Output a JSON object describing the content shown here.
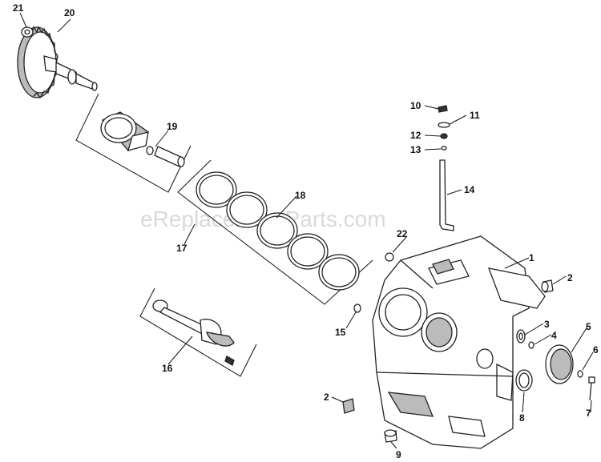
{
  "watermark": "eReplacementParts.com",
  "callouts": [
    {
      "id": "c1",
      "text": "1"
    },
    {
      "id": "c2a",
      "text": "2"
    },
    {
      "id": "c2b",
      "text": "2"
    },
    {
      "id": "c3",
      "text": "3"
    },
    {
      "id": "c4",
      "text": "4"
    },
    {
      "id": "c5",
      "text": "5"
    },
    {
      "id": "c6",
      "text": "6"
    },
    {
      "id": "c7",
      "text": "7"
    },
    {
      "id": "c8",
      "text": "8"
    },
    {
      "id": "c9",
      "text": "9"
    },
    {
      "id": "c10",
      "text": "10"
    },
    {
      "id": "c11",
      "text": "11"
    },
    {
      "id": "c12",
      "text": "12"
    },
    {
      "id": "c13",
      "text": "13"
    },
    {
      "id": "c14",
      "text": "14"
    },
    {
      "id": "c15",
      "text": "15"
    },
    {
      "id": "c16",
      "text": "16"
    },
    {
      "id": "c17",
      "text": "17"
    },
    {
      "id": "c18",
      "text": "18"
    },
    {
      "id": "c19",
      "text": "19"
    },
    {
      "id": "c20",
      "text": "20"
    },
    {
      "id": "c21",
      "text": "21"
    },
    {
      "id": "c22",
      "text": "22"
    }
  ]
}
